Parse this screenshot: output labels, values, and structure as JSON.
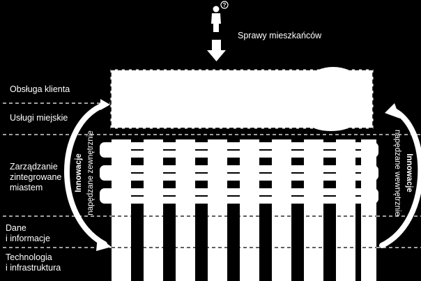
{
  "top_label": "Sprawy mieszkańców",
  "person_icon": "person-with-question-mark-icon",
  "layers": [
    {
      "id": "customer-service",
      "label": "Obsługa klienta"
    },
    {
      "id": "city-services",
      "label": "Usługi miejskie"
    },
    {
      "id": "integrated-management",
      "label": "Zarządzanie\nzintegrowane\nmiastem"
    },
    {
      "id": "data",
      "label": "Dane\ni informacje"
    },
    {
      "id": "technology",
      "label": "Technologia\ni infrastruktura"
    }
  ],
  "left_arrow": {
    "title": "Innowacje",
    "subtitle": "napędzane zewnętrznie"
  },
  "right_arrow": {
    "title": "Innowacje",
    "subtitle": "napędzane wewnętrznie"
  },
  "colors": {
    "background": "#000000",
    "foreground": "#ffffff"
  }
}
